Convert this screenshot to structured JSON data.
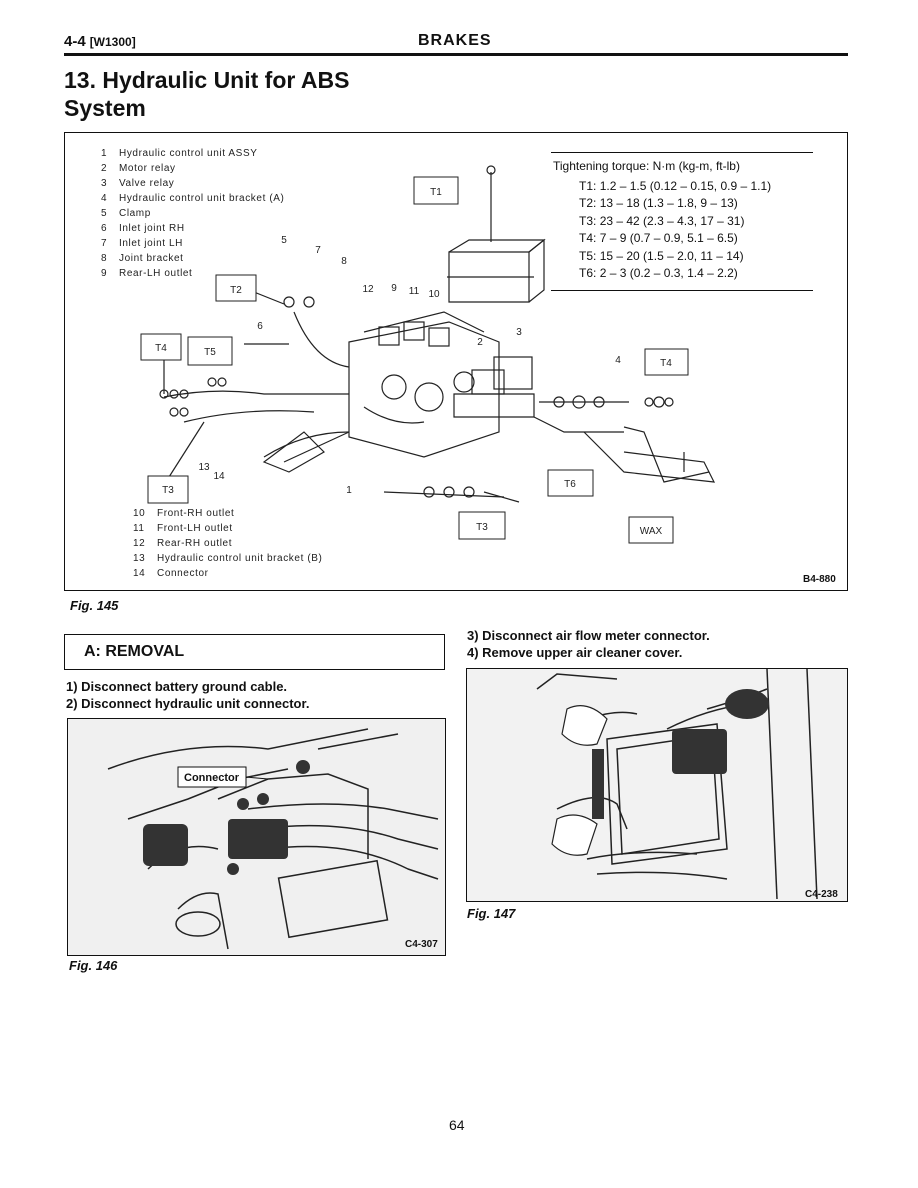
{
  "header": {
    "section_code": "4-4",
    "model_code": "[W1300]",
    "chapter": "BRAKES"
  },
  "title": {
    "line1": "13. Hydraulic Unit for ABS",
    "line2": "System"
  },
  "figure145": {
    "parts_top": [
      {
        "num": "1",
        "label": "Hydraulic control unit ASSY"
      },
      {
        "num": "2",
        "label": "Motor relay"
      },
      {
        "num": "3",
        "label": "Valve relay"
      },
      {
        "num": "4",
        "label": "Hydraulic control unit bracket (A)"
      },
      {
        "num": "5",
        "label": "Clamp"
      },
      {
        "num": "6",
        "label": "Inlet joint RH"
      },
      {
        "num": "7",
        "label": "Inlet joint LH"
      },
      {
        "num": "8",
        "label": "Joint bracket"
      },
      {
        "num": "9",
        "label": "Rear-LH outlet"
      }
    ],
    "parts_bottom": [
      {
        "num": "10",
        "label": "Front-RH outlet"
      },
      {
        "num": "11",
        "label": "Front-LH outlet"
      },
      {
        "num": "12",
        "label": "Rear-RH outlet"
      },
      {
        "num": "13",
        "label": "Hydraulic control unit bracket (B)"
      },
      {
        "num": "14",
        "label": "Connector"
      }
    ],
    "torque_heading": "Tightening torque: N·m (kg-m, ft-lb)",
    "torques": [
      {
        "id": "T1:",
        "value": "1.2 – 1.5 (0.12 – 0.15, 0.9 – 1.1)"
      },
      {
        "id": "T2:",
        "value": "13 – 18 (1.3 – 1.8, 9 – 13)"
      },
      {
        "id": "T3:",
        "value": "23 – 42 (2.3 – 4.3, 17 – 31)"
      },
      {
        "id": "T4:",
        "value": "7 – 9 (0.7 – 0.9, 5.1 – 6.5)"
      },
      {
        "id": "T5:",
        "value": "15 – 20 (1.5 – 2.0, 11 – 14)"
      },
      {
        "id": "T6:",
        "value": "2 – 3 (0.2 – 0.3, 1.4 – 2.2)"
      }
    ],
    "callouts": {
      "t1": "T1",
      "t2": "T2",
      "t3a": "T3",
      "t3b": "T3",
      "t4a": "T4",
      "t4b": "T4",
      "t5": "T5",
      "t6": "T6",
      "wax": "WAX",
      "n1": "1",
      "n2": "2",
      "n3": "3",
      "n4": "4",
      "n5": "5",
      "n6": "6",
      "n7": "7",
      "n8": "8",
      "n9": "9",
      "n10": "10",
      "n11": "11",
      "n12": "12",
      "n13": "13",
      "n14": "14"
    },
    "code": "B4-880",
    "caption": "Fig. 145"
  },
  "removal": {
    "heading": "A: REMOVAL",
    "steps_left": [
      "1) Disconnect battery ground cable.",
      "2) Disconnect hydraulic unit connector."
    ],
    "steps_right": [
      "3) Disconnect air flow meter connector.",
      "4) Remove upper air cleaner cover."
    ]
  },
  "figure146": {
    "callout": "Connector",
    "code": "C4-307",
    "caption": "Fig. 146"
  },
  "figure147": {
    "code": "C4-238",
    "caption": "Fig. 147"
  },
  "page_number": "64"
}
